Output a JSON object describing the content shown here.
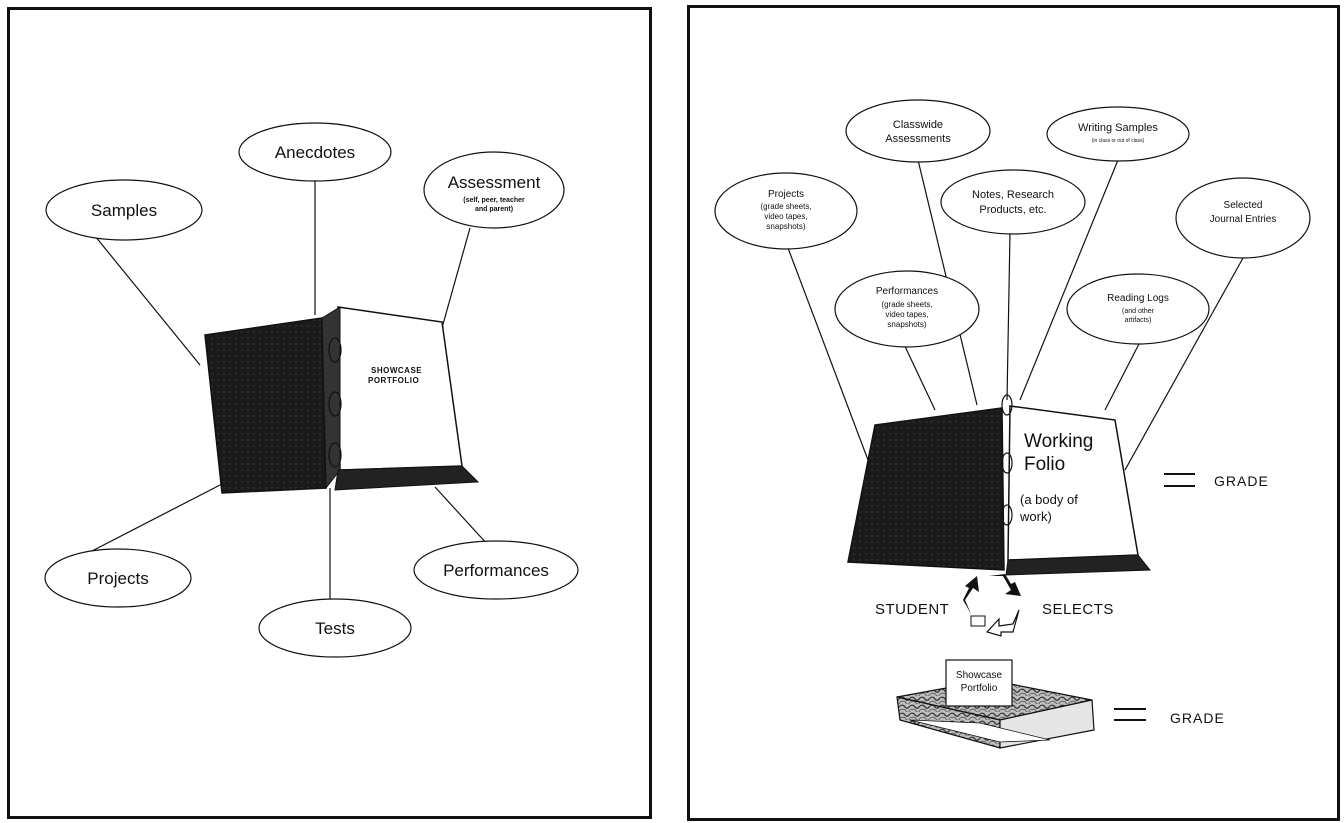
{
  "left": {
    "ovals": {
      "samples": "Samples",
      "anecdotes": "Anecdotes",
      "assessment": "Assessment",
      "assessment_sub1": "(self, peer, teacher",
      "assessment_sub2": "and parent)",
      "projects": "Projects",
      "tests": "Tests",
      "performances": "Performances"
    },
    "binder": {
      "line1": "SHOWCASE",
      "line2": "PORTFOLIO"
    }
  },
  "right": {
    "ovals": {
      "projects": [
        "Projects",
        "(grade sheets,",
        "video tapes,",
        "snapshots)"
      ],
      "classwide": [
        "Classwide",
        "Assessments"
      ],
      "writing": [
        "Writing Samples",
        "(in class or out of class)"
      ],
      "notes": [
        "Notes, Research",
        "Products, etc."
      ],
      "journal": [
        "Selected",
        "Journal Entries"
      ],
      "performances": [
        "Performances",
        "(grade sheets,",
        "video tapes,",
        "snapshots)"
      ],
      "reading": [
        "Reading Logs",
        "(and other",
        "artifacts)"
      ]
    },
    "binder": {
      "line1": "Working",
      "line2": "Folio",
      "line3": "(a body of",
      "line4": "work)"
    },
    "equals_sign": "=",
    "grade_top": "GRADE",
    "student": "STUDENT",
    "selects": "SELECTS",
    "showcase": [
      "Showcase",
      "Portfolio"
    ],
    "grade_bottom": "GRADE"
  },
  "colors": {
    "ink": "#111111",
    "paper": "#ffffff"
  }
}
